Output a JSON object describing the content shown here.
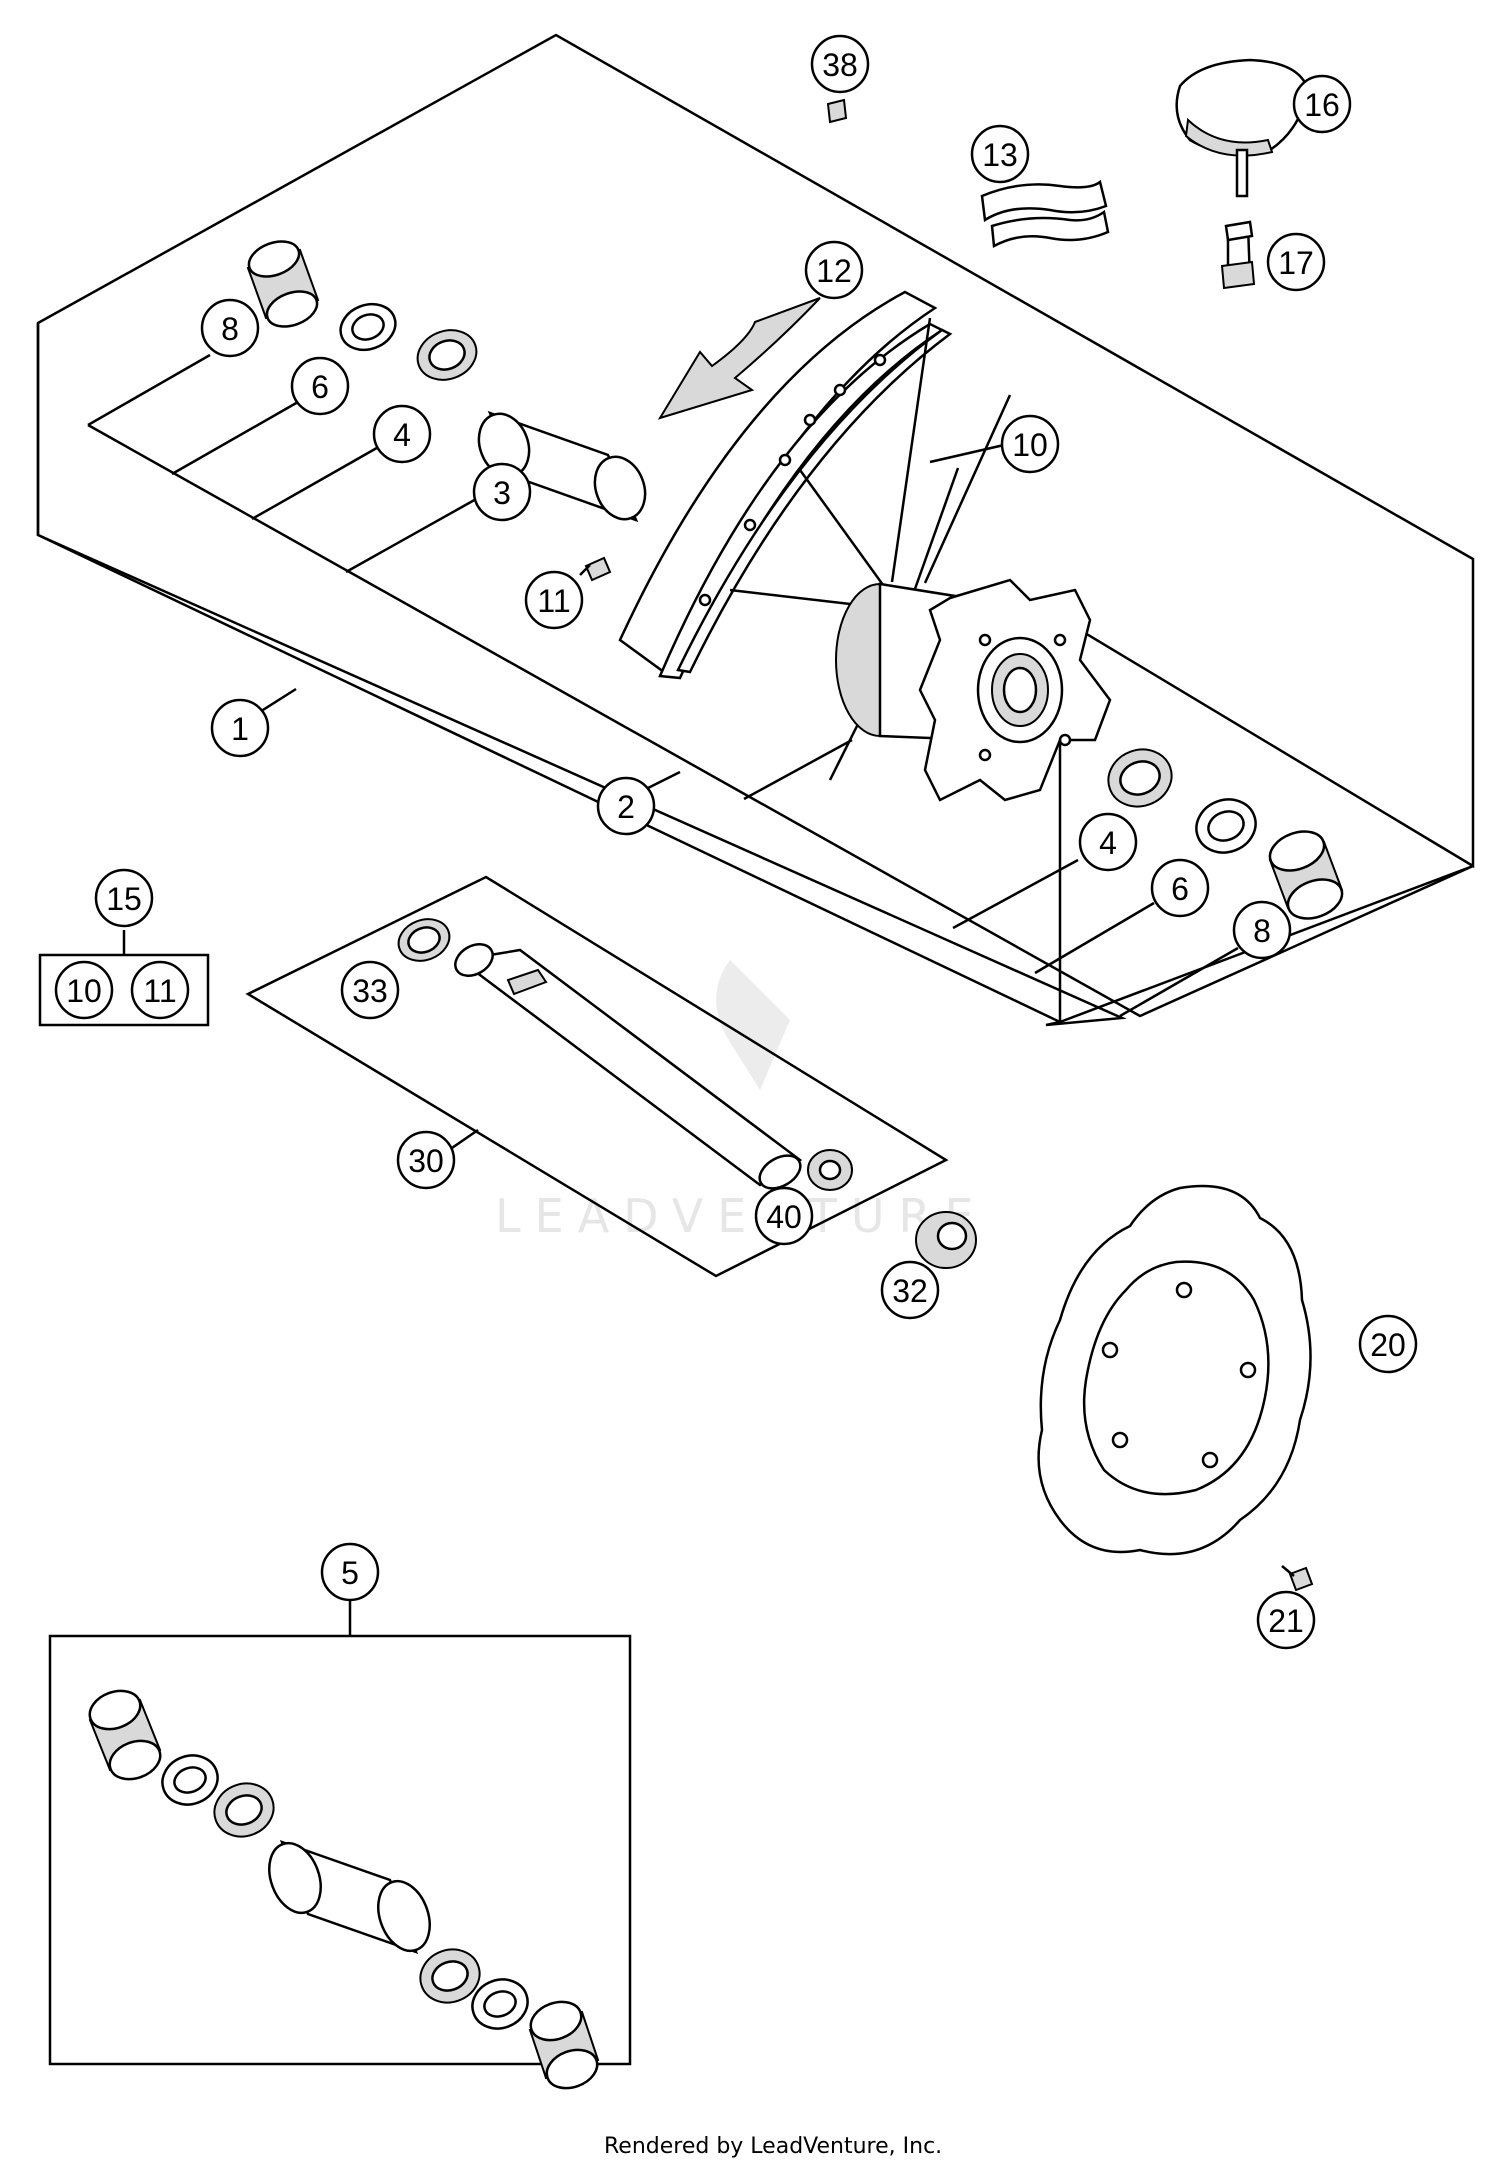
{
  "callouts": [
    {
      "label": "38"
    },
    {
      "label": "16"
    },
    {
      "label": "13"
    },
    {
      "label": "12"
    },
    {
      "label": "17"
    },
    {
      "label": "8"
    },
    {
      "label": "6"
    },
    {
      "label": "4"
    },
    {
      "label": "10"
    },
    {
      "label": "3"
    },
    {
      "label": "11"
    },
    {
      "label": "1"
    },
    {
      "label": "2"
    },
    {
      "label": "4"
    },
    {
      "label": "15"
    },
    {
      "label": "6"
    },
    {
      "label": "8"
    },
    {
      "label": "10"
    },
    {
      "label": "11"
    },
    {
      "label": "33"
    },
    {
      "label": "30"
    },
    {
      "label": "40"
    },
    {
      "label": "32"
    },
    {
      "label": "20"
    },
    {
      "label": "5"
    },
    {
      "label": "21"
    }
  ],
  "watermark": "LEADVENTURE",
  "footer": "Rendered by LeadVenture, Inc.",
  "colors": {
    "line": "#000000",
    "background": "#ffffff",
    "watermark": "#e6e6e6"
  }
}
